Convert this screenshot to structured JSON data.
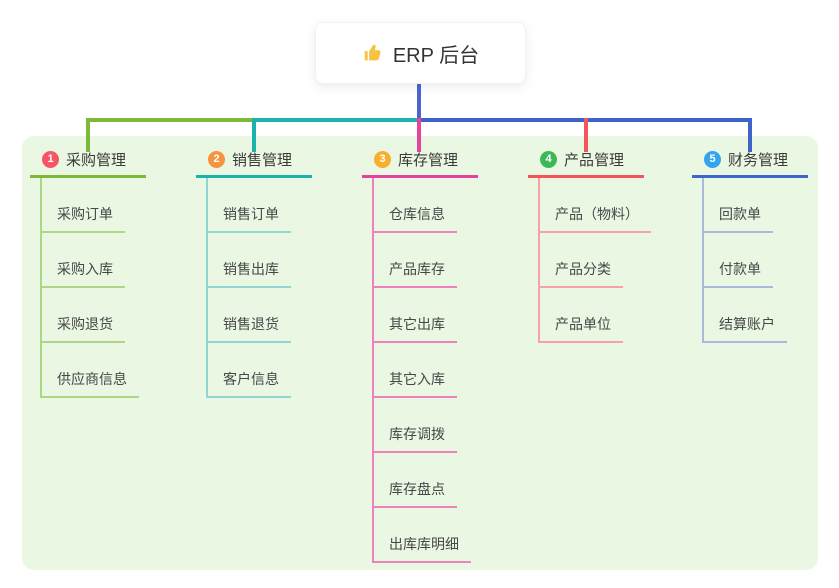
{
  "root": {
    "label": "ERP 后台",
    "icon": "thumbs-up"
  },
  "colors": {
    "canvas_bg": "#ffffff",
    "panel_bg": "#eaf7e3",
    "root_connector": "#4f63cd",
    "thumb_icon": "#f5c242"
  },
  "branches": [
    {
      "badge": "1",
      "label": "采购管理",
      "color": "#7db83a",
      "light_color": "#aed687",
      "badge_color": "#f75466",
      "children": [
        "采购订单",
        "采购入库",
        "采购退货",
        "供应商信息"
      ]
    },
    {
      "badge": "2",
      "label": "销售管理",
      "color": "#19b3ac",
      "light_color": "#8fd8d2",
      "badge_color": "#f7923e",
      "children": [
        "销售订单",
        "销售出库",
        "销售退货",
        "客户信息"
      ]
    },
    {
      "badge": "3",
      "label": "库存管理",
      "color": "#e5439e",
      "light_color": "#ef82bb",
      "badge_color": "#f7b02c",
      "children": [
        "仓库信息",
        "产品库存",
        "其它出库",
        "其它入库",
        "库存调拨",
        "库存盘点",
        "出库库明细"
      ]
    },
    {
      "badge": "4",
      "label": "产品管理",
      "color": "#f2565c",
      "light_color": "#f7a3a6",
      "badge_color": "#3cb956",
      "children": [
        "产品（物料）",
        "产品分类",
        "产品单位"
      ]
    },
    {
      "badge": "5",
      "label": "财务管理",
      "color": "#3e63cb",
      "light_color": "#a9b9e0",
      "badge_color": "#32a5ee",
      "children": [
        "回款单",
        "付款单",
        "结算账户"
      ]
    }
  ]
}
